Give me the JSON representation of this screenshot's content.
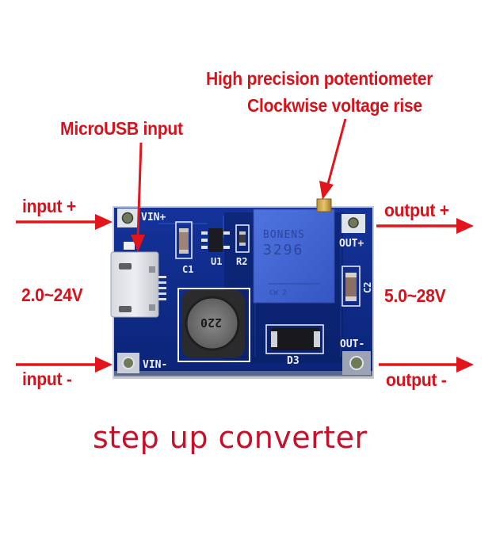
{
  "annotations": {
    "potentiometer_line1": "High precision potentiometer",
    "potentiometer_line2": "Clockwise voltage rise",
    "microusb": "MicroUSB input",
    "input_plus": "input +",
    "input_minus": "input -",
    "input_range": "2.0~24V",
    "output_plus": "output +",
    "output_minus": "output -",
    "output_range": "5.0~28V"
  },
  "caption": "step up converter",
  "board": {
    "silkscreen": {
      "vin_plus": "VIN+",
      "vin_minus": "VIN-",
      "out_plus": "OUT+",
      "out_minus": "OUT-",
      "c1": "C1",
      "c2": "C2",
      "u1": "U1",
      "r2": "R2",
      "d3": "D3"
    },
    "potentiometer_brand": "BONENS",
    "potentiometer_model": "3296",
    "potentiometer_marking": "CW 2",
    "inductor_marking": "220"
  },
  "colors": {
    "annotation_red": "#d5131c",
    "pcb_blue": "#0d2a8a",
    "pot_blue": "#3f63d2"
  }
}
